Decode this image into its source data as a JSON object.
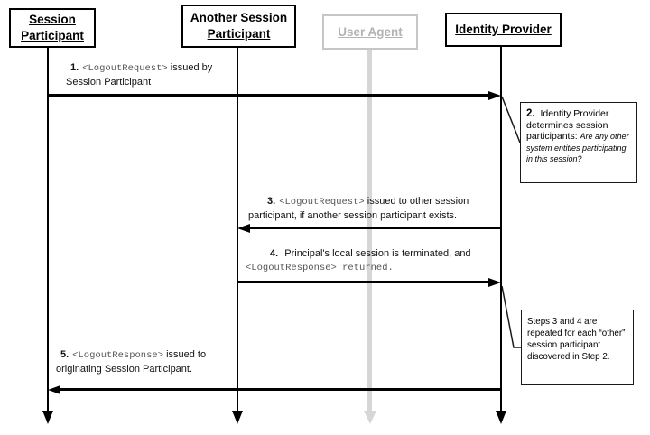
{
  "actors": [
    {
      "label": "Session Participant"
    },
    {
      "label": "Another Session Participant"
    },
    {
      "label": "User Agent",
      "state": "inactive"
    },
    {
      "label": "Identity Provider"
    }
  ],
  "messages": [
    {
      "step": "1.",
      "code": "<LogoutRequest>",
      "after": " issued by Session Participant",
      "from": "Session Participant",
      "to": "Identity Provider",
      "direction": "right"
    },
    {
      "step": "3.",
      "code": "<LogoutRequest>",
      "after": " issued to other session participant, if another session participant exists.",
      "from": "Identity Provider",
      "to": "Another Session Participant",
      "direction": "left"
    },
    {
      "step": "4.",
      "before": " Principal's local session is terminated, and ",
      "code": "<LogoutResponse> returned.",
      "from": "Another Session Participant",
      "to": "Identity Provider",
      "direction": "right"
    },
    {
      "step": "5.",
      "code": "<LogoutResponse>",
      "after": " issued to originating Session Participant.",
      "from": "Identity Provider",
      "to": "Session Participant",
      "direction": "left"
    }
  ],
  "notes": [
    {
      "step": "2.",
      "text": " Identity Provider determines session participants: ",
      "question": "Are any other system entities participating in this session?",
      "attached_to": "Identity Provider"
    },
    {
      "text": "Steps 3 and 4 are repeated for each “other” session participant discovered in Step 2.",
      "attached_to": "Identity Provider"
    }
  ],
  "colors": {
    "line": "#000000",
    "inactive_gray": "#b3b3b3",
    "inactive_line": "#d6d6d6",
    "code_text": "#555555"
  }
}
